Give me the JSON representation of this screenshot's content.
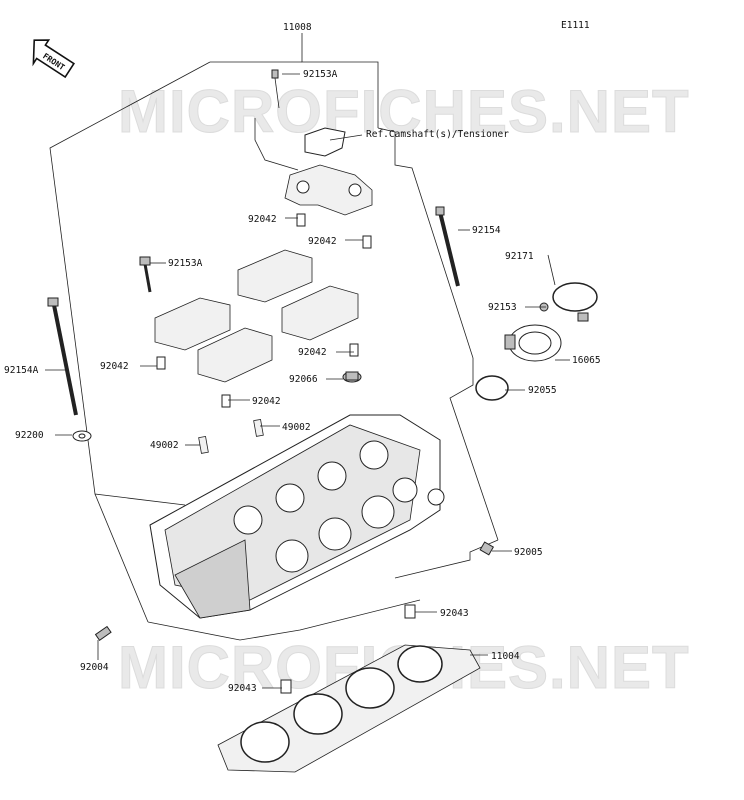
{
  "diagram": {
    "code": "E1111",
    "watermark": "MICROFICHES.NET",
    "front_label": "FRONT",
    "reference_note": "Ref.Camshaft(s)/Tensioner",
    "callouts": {
      "c11008": "11008",
      "c92153A_top": "92153A",
      "c92042_a": "92042",
      "c92042_b": "92042",
      "c92154": "92154",
      "c92153A_left": "92153A",
      "c92171": "92171",
      "c92153": "92153",
      "c16065": "16065",
      "c92154A": "92154A",
      "c92042_c": "92042",
      "c92042_d": "92042",
      "c92066": "92066",
      "c92055": "92055",
      "c92042_e": "92042",
      "c49002_left": "49002",
      "c49002_right": "49002",
      "c92200": "92200",
      "c92005": "92005",
      "c92043_right": "92043",
      "c11004": "11004",
      "c92004": "92004",
      "c92043_bottom": "92043"
    }
  }
}
